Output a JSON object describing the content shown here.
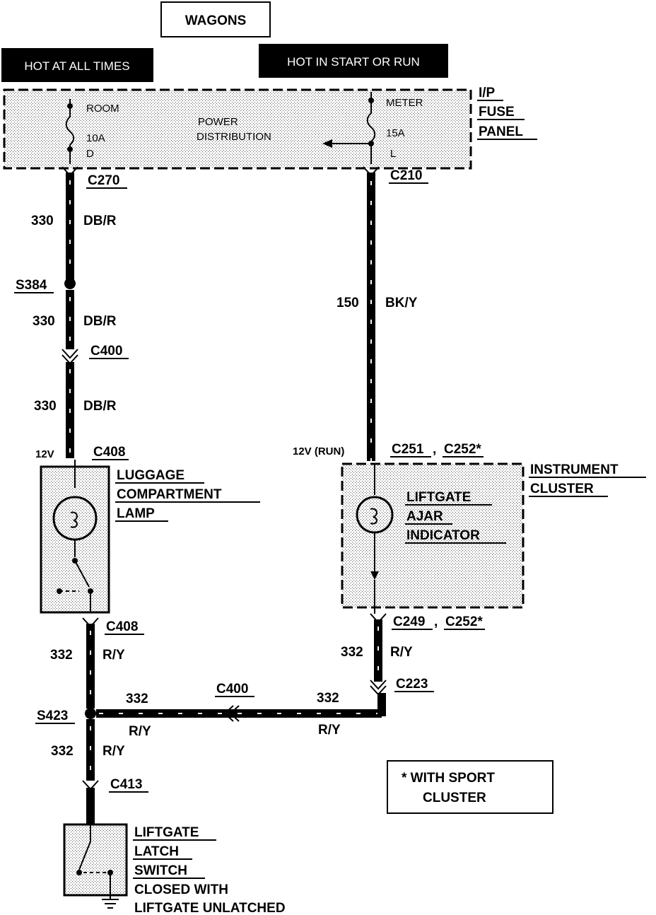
{
  "title": "WAGONS",
  "hot_at_all_times": "HOT AT ALL TIMES",
  "hot_in_start_run": "HOT IN START OR RUN",
  "fuse_panel": {
    "lines": [
      "I/P",
      "FUSE",
      "PANEL"
    ],
    "distribution": [
      "POWER",
      "DISTRIBUTION"
    ],
    "left_fuse": [
      "ROOM",
      "10A",
      "D"
    ],
    "right_fuse": [
      "METER",
      "15A",
      "L"
    ]
  },
  "connectors": {
    "c270": "C270",
    "c210": "C210",
    "c400a": "C400",
    "c408a": "C408",
    "c408b": "C408",
    "c251": "C251",
    "c252a": "C252*",
    "c249": "C249",
    "c252b": "C252*",
    "c223": "C223",
    "c400b": "C400",
    "c413": "C413"
  },
  "splices": {
    "s384": "S384",
    "s423": "S423"
  },
  "wires": {
    "w330a_num": "330",
    "w330a_col": "DB/R",
    "w330b_num": "330",
    "w330b_col": "DB/R",
    "w330c_num": "330",
    "w330c_col": "DB/R",
    "w150_num": "150",
    "w150_col": "BK/Y",
    "w332a_num": "332",
    "w332a_col": "R/Y",
    "w332b_num": "332",
    "w332b_col": "R/Y",
    "w332c_num": "332",
    "w332c_col": "R/Y",
    "w332d_num": "332",
    "w332d_col": "R/Y",
    "w332e_num": "332",
    "w332e_col": "R/Y"
  },
  "voltages": {
    "left": "12V",
    "right": "12V (RUN)"
  },
  "luggage_lamp": [
    "LUGGAGE",
    "COMPARTMENT",
    "LAMP"
  ],
  "instrument_cluster": [
    "INSTRUMENT",
    "CLUSTER"
  ],
  "liftgate_ajar": [
    "LIFTGATE",
    "AJAR",
    "INDICATOR"
  ],
  "liftgate_switch": [
    "LIFTGATE",
    "LATCH",
    "SWITCH"
  ],
  "switch_note": [
    "CLOSED WITH",
    "LIFTGATE UNLATCHED"
  ],
  "footnote": [
    "* WITH SPORT",
    "CLUSTER"
  ]
}
